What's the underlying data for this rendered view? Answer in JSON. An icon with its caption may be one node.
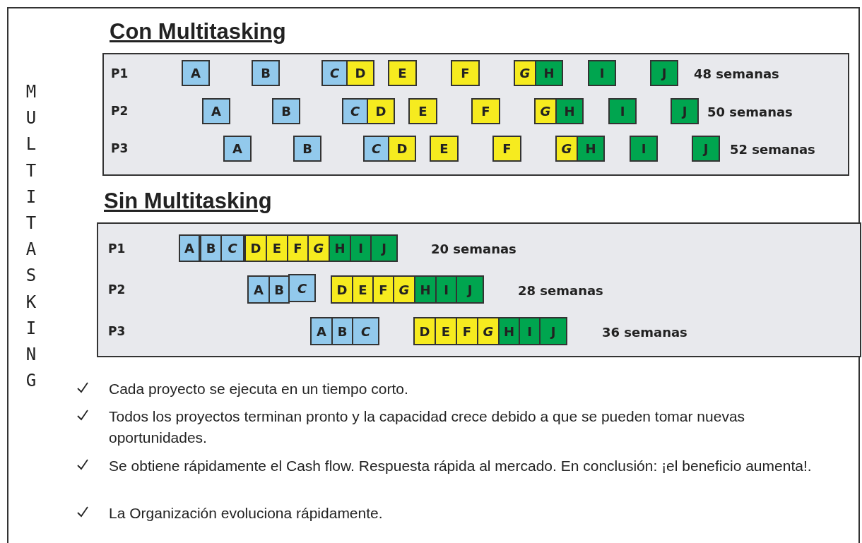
{
  "diagram": {
    "nodes": [
      {
        "text": [
          "Con Multitasking"
        ]
      },
      {
        "text": [
          "A"
        ],
        "in": 0
      },
      {
        "text": [
          "B"
        ],
        "in": 0
      },
      {
        "text": [
          "C"
        ],
        "in": 0
      },
      {
        "text": [
          "D"
        ],
        "in": 0
      },
      {
        "text": [
          "E"
        ],
        "in": 0
      },
      {
        "text": [
          "F"
        ],
        "in": 0
      },
      {
        "text": [
          "G"
        ],
        "in": 0
      },
      {
        "text": [
          "H"
        ],
        "in": 0
      },
      {
        "text": [
          "I"
        ],
        "in": 0
      },
      {
        "text": [
          "J"
        ],
        "in": 0
      },
      {
        "text": [
          "A"
        ],
        "in": 0
      },
      {
        "text": [
          "B"
        ],
        "in": 0
      },
      {
        "text": [
          "C"
        ],
        "in": 0
      },
      {
        "text": [
          "D"
        ],
        "in": 0
      },
      {
        "text": [
          "E"
        ],
        "in": 0
      },
      {
        "text": [
          "F"
        ],
        "in": 0
      },
      {
        "text": [
          "G"
        ],
        "in": 0
      },
      {
        "text": [
          "H"
        ],
        "in": 0
      },
      {
        "text": [
          "I"
        ],
        "in": 0
      },
      {
        "text": [
          "J"
        ],
        "in": 0
      },
      {
        "text": [
          "A"
        ],
        "in": 0
      },
      {
        "text": [
          "B"
        ],
        "in": 0
      },
      {
        "text": [
          "C"
        ],
        "in": 0
      },
      {
        "text": [
          "D"
        ],
        "in": 0
      },
      {
        "text": [
          "E"
        ],
        "in": 0
      },
      {
        "text": [
          "F"
        ],
        "in": 0
      },
      {
        "text": [
          "G"
        ],
        "in": 0
      },
      {
        "text": [
          "H"
        ],
        "in": 0
      },
      {
        "text": [
          "I"
        ],
        "in": 0
      },
      {
        "text": [
          "J"
        ],
        "in": 0
      },
      {
        "text": [
          "Sin Multitasking"
        ]
      },
      {
        "text": [
          "A"
        ],
        "in": 31
      },
      {
        "text": [
          "B"
        ],
        "in": 31
      },
      {
        "text": [
          "C"
        ],
        "in": 31
      },
      {
        "text": [
          "D"
        ],
        "in": 31
      },
      {
        "text": [
          "E"
        ],
        "in": 31
      },
      {
        "text": [
          "F"
        ],
        "in": 31
      },
      {
        "text": [
          "G"
        ],
        "in": 31
      },
      {
        "text": [
          "H"
        ],
        "in": 31
      },
      {
        "text": [
          "I"
        ],
        "in": 31
      },
      {
        "text": [
          "J"
        ],
        "in": 31
      },
      {
        "text": [
          "A"
        ],
        "in": 31
      },
      {
        "text": [
          "B"
        ],
        "in": 31
      },
      {
        "text": [
          "C"
        ],
        "in": 31
      },
      {
        "text": [
          "D"
        ],
        "in": 31
      },
      {
        "text": [
          "E"
        ],
        "in": 31
      },
      {
        "text": [
          "F"
        ],
        "in": 31
      },
      {
        "text": [
          "G"
        ],
        "in": 31
      },
      {
        "text": [
          "H"
        ],
        "in": 31
      },
      {
        "text": [
          "I"
        ],
        "in": 31
      },
      {
        "text": [
          "J"
        ],
        "in": 31
      },
      {
        "text": [
          "A"
        ],
        "in": 31
      },
      {
        "text": [
          "B"
        ],
        "in": 31
      },
      {
        "text": [
          "C"
        ],
        "in": 31
      },
      {
        "text": [
          "D"
        ],
        "in": 31
      },
      {
        "text": [
          "E"
        ],
        "in": 31
      },
      {
        "text": [
          "F"
        ],
        "in": 31
      },
      {
        "text": [
          "G"
        ],
        "in": 31
      },
      {
        "text": [
          "H"
        ],
        "in": 31
      },
      {
        "text": [
          "I"
        ],
        "in": 31
      },
      {
        "text": [
          "J"
        ],
        "in": 31
      }
    ],
    "labels": [
      "MULTITASKING",
      "P1",
      "48 semanas",
      "P2",
      "50 semanas",
      "P3",
      "52 semanas",
      "P1",
      "20 semanas",
      "P2",
      "28 semanas",
      "P3",
      "36 semanas",
      "Cada proyecto se ejecuta en un tiempo corto.",
      "Todos los proyectos terminan pronto y la capacidad crece debido a que se pueden tomar nuevas oportunidades.",
      "Se obtiene rápidamente el Cash flow. Respuesta rápida al mercado. En conclusión: ¡el beneficio aumenta!.",
      "La Organización evoluciona rápidamente."
    ]
  }
}
